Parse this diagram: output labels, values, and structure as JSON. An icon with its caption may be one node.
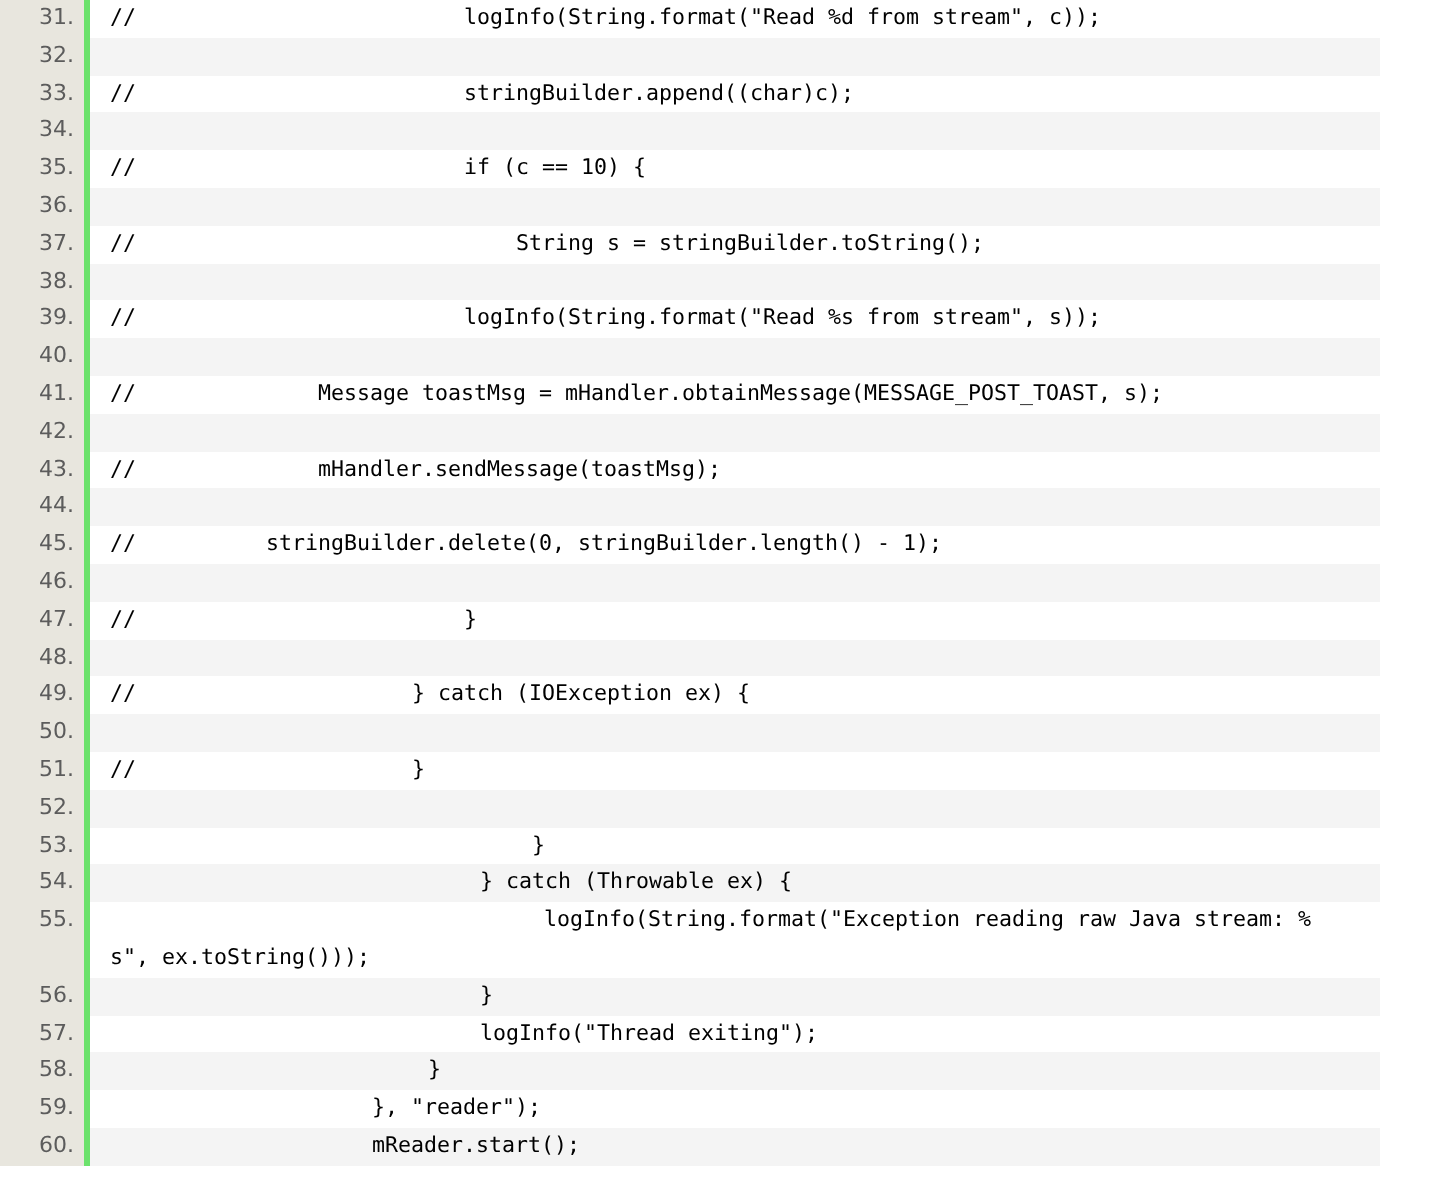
{
  "diagram": {
    "labels": [
      "31.",
      "//",
      "logInfo(String.format(\"Read %d from stream\", c));",
      "32.",
      "33.",
      "//",
      "stringBuilder.append((char)c);",
      "34.",
      "35.",
      "//",
      "if (c == 10) {",
      "36.",
      "37.",
      "//",
      "String s = stringBuilder.toString();",
      "38.",
      "39.",
      "//",
      "logInfo(String.format(\"Read %s from stream\", s));",
      "40.",
      "41.",
      "//",
      "Message toastMsg = mHandler.obtainMessage(MESSAGE_POST_TOAST, s);",
      "42.",
      "43.",
      "//",
      "mHandler.sendMessage(toastMsg);",
      "44.",
      "45.",
      "//",
      "stringBuilder.delete(0, stringBuilder.length() - 1);",
      "46.",
      "47.",
      "//",
      "}",
      "48.",
      "49.",
      "//",
      "} catch (IOException ex) {",
      "50.",
      "51.",
      "//",
      "}",
      "52.",
      "53.",
      "}",
      "54.",
      "} catch (Throwable ex) {",
      "55.",
      "logInfo(String.format(\"Exception reading raw Java stream: %s\", ex.toString()));",
      "56.",
      "}",
      "57.",
      "logInfo(\"Thread exiting\");",
      "58.",
      "}",
      "59.",
      "}, \"reader\");",
      "60.",
      "mReader.start();"
    ]
  }
}
